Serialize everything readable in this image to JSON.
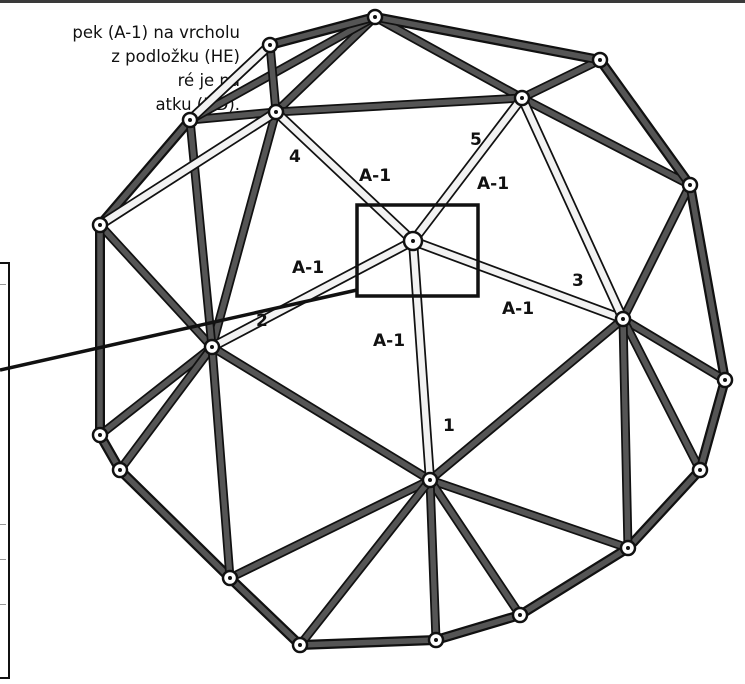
{
  "instruction": {
    "lines": [
      "pek (A-1) na vrcholu",
      "z podložku (HE)",
      "ré je na",
      "atku (HD)."
    ]
  },
  "labels": {
    "a1": "A-1",
    "n1": "1",
    "n2": "2",
    "n3": "3",
    "n4": "4",
    "n5": "5"
  },
  "colors": {
    "strut_dark": "#555555",
    "strut_light": "#f2f2f2",
    "outline": "#111111"
  }
}
